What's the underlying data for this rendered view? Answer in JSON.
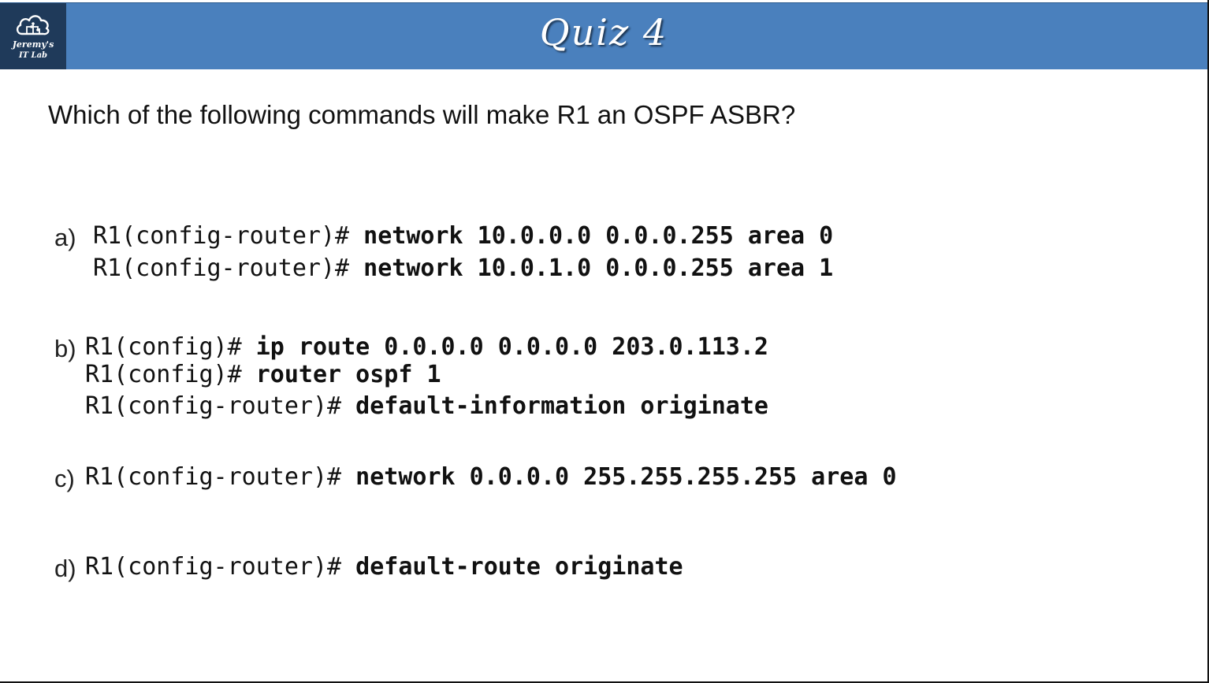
{
  "header": {
    "logo_line1": "Jeremy's",
    "logo_line2": "IT Lab",
    "title": "Quiz 4"
  },
  "question": "Which of the following commands will make R1 an OSPF ASBR?",
  "options": [
    {
      "letter": "a)",
      "lines": [
        {
          "prompt": "R1(config-router)#",
          "command": "network 10.0.0.0 0.0.0.255 area 0"
        },
        {
          "prompt": "R1(config-router)#",
          "command": "network 10.0.1.0 0.0.0.255 area 1"
        }
      ]
    },
    {
      "letter": "b)",
      "lines": [
        {
          "prompt": "R1(config)#",
          "command": "ip route 0.0.0.0 0.0.0.0 203.0.113.2"
        },
        {
          "prompt": "R1(config)#",
          "command": "router ospf 1"
        },
        {
          "prompt": "R1(config-router)#",
          "command": "default-information originate"
        }
      ]
    },
    {
      "letter": "c)",
      "lines": [
        {
          "prompt": "R1(config-router)#",
          "command": "network 0.0.0.0 255.255.255.255 area 0"
        }
      ]
    },
    {
      "letter": "d)",
      "lines": [
        {
          "prompt": "R1(config-router)#",
          "command": "default-route originate"
        }
      ]
    }
  ],
  "colors": {
    "header_bg": "#4a80bd",
    "logo_bg": "#1f3a5a",
    "text": "#111111"
  }
}
